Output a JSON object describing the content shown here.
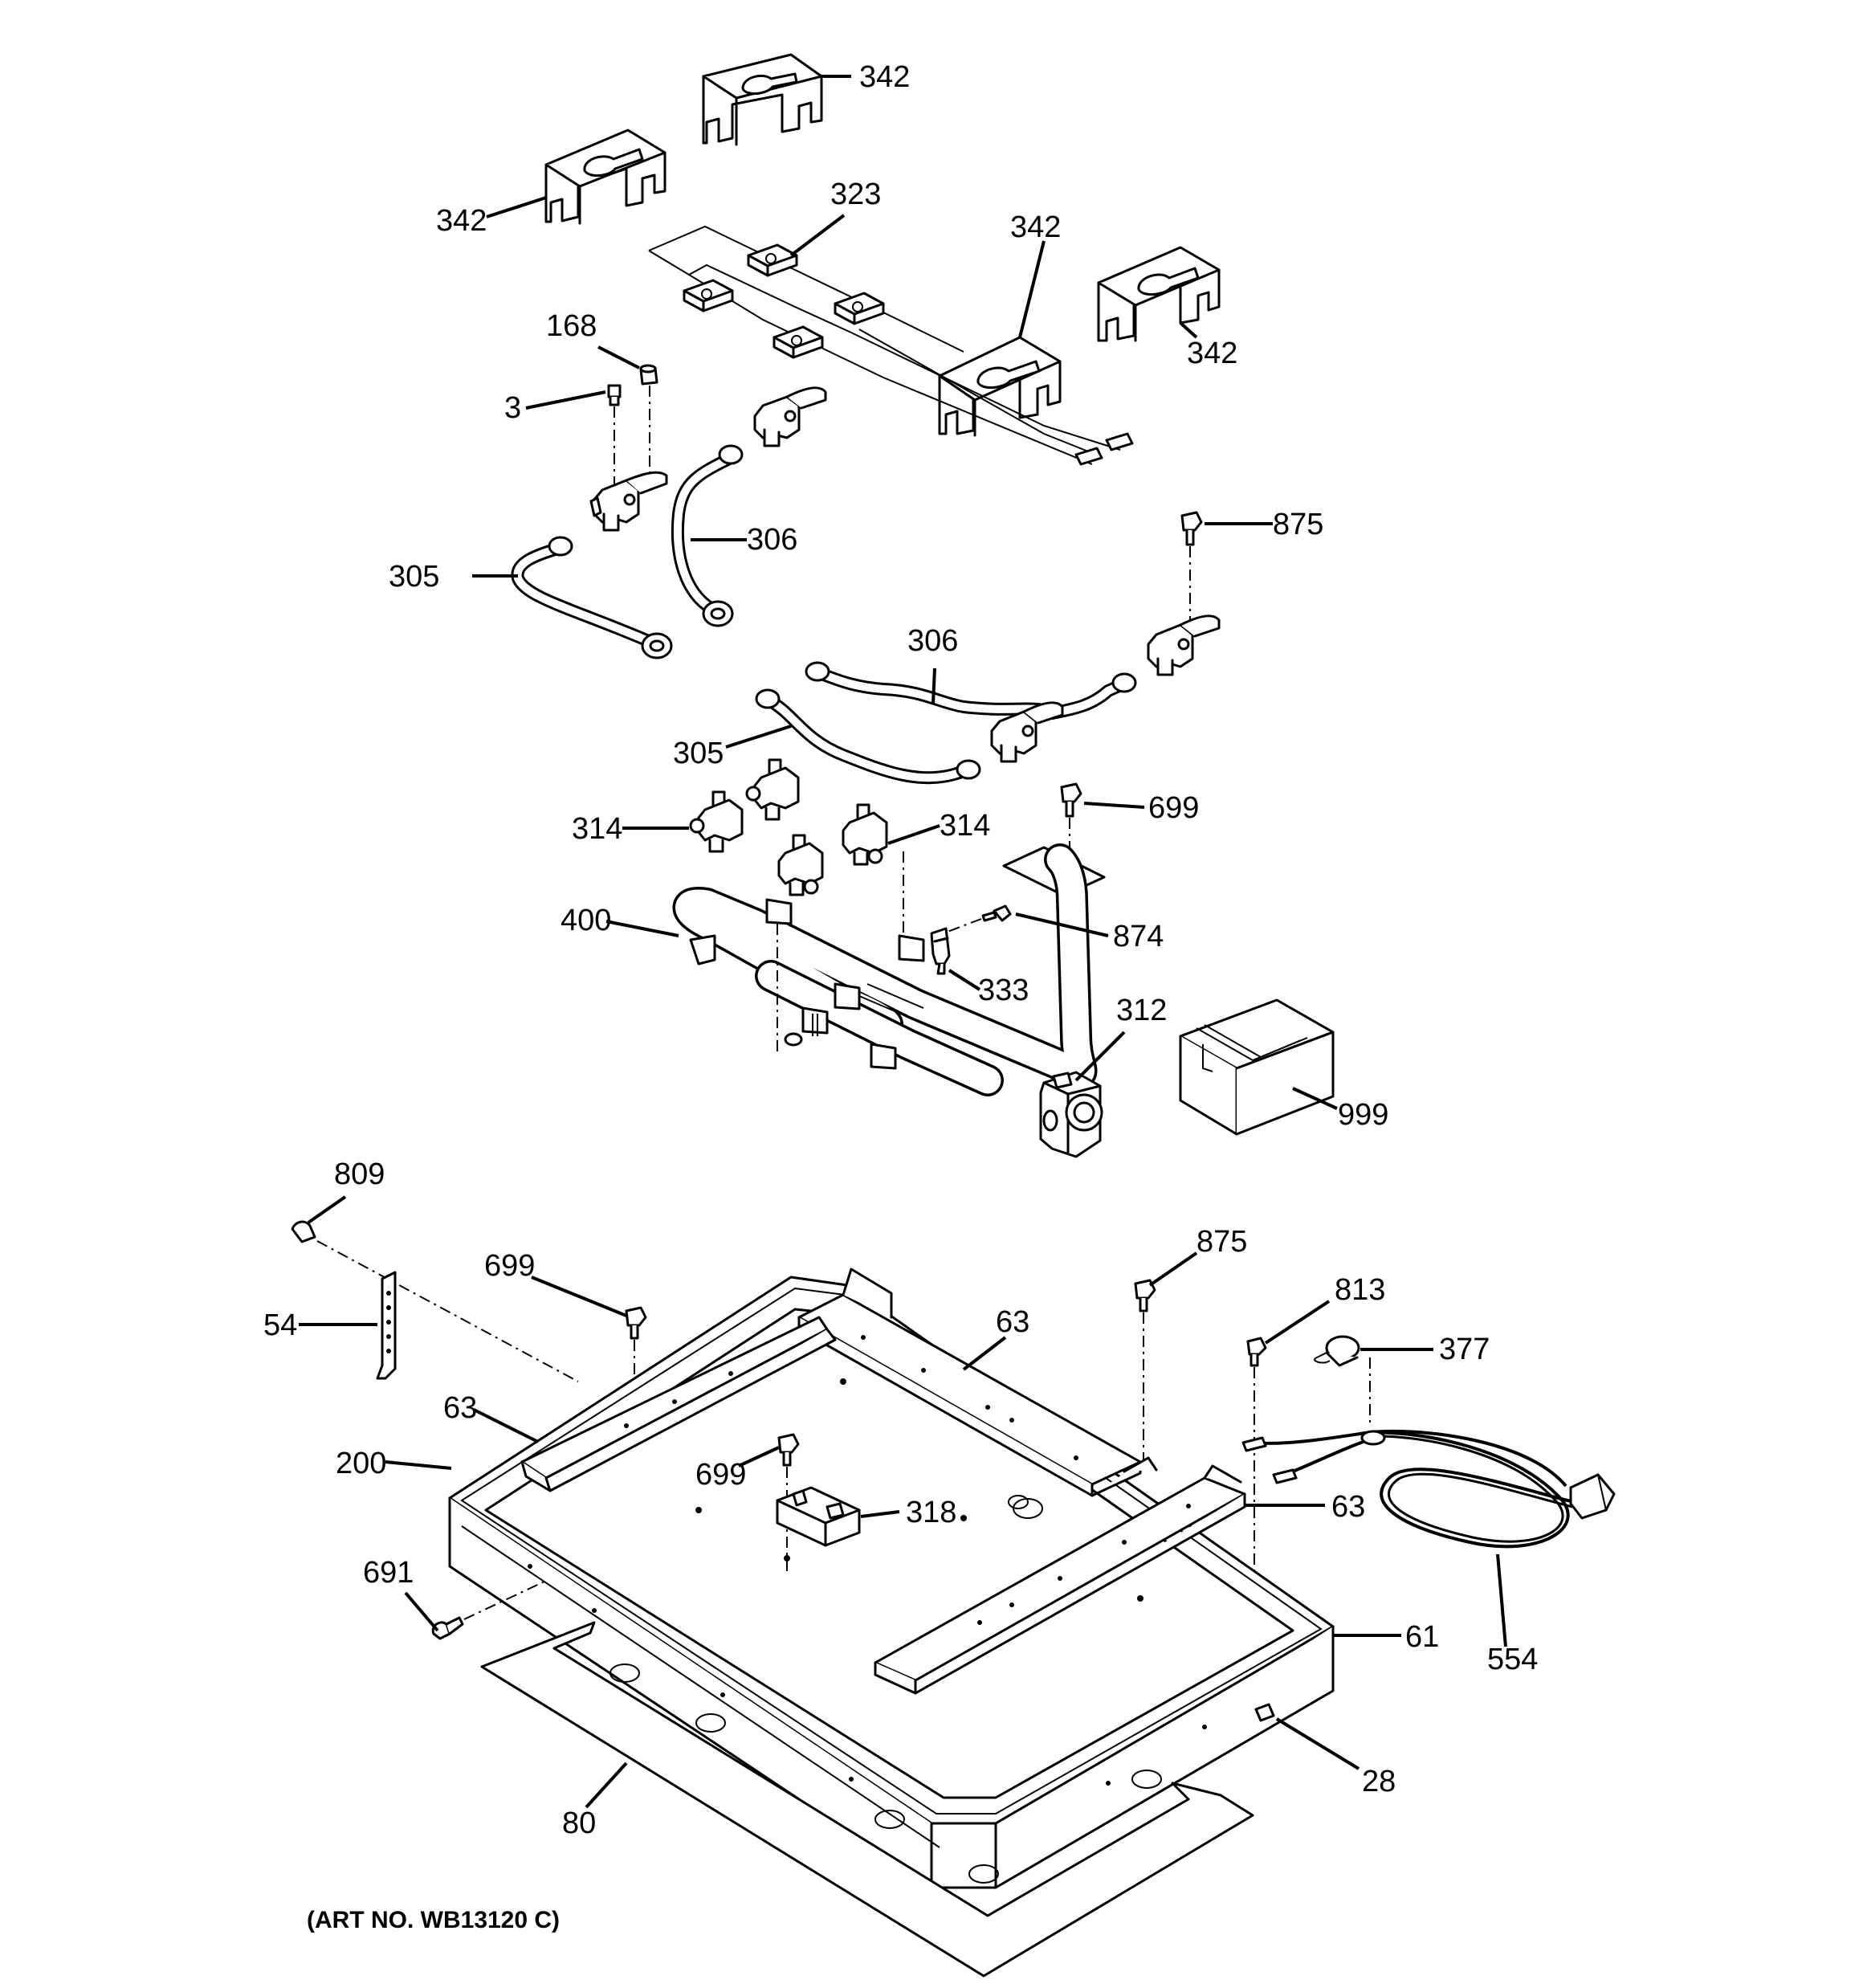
{
  "diagram": {
    "art_number": "(ART NO. WB13120 C)",
    "callouts": {
      "c342_top": "342",
      "c342_left": "342",
      "c323": "323",
      "c342_mid": "342",
      "c342_right": "342",
      "c168": "168",
      "c3": "3",
      "c306_upper": "306",
      "c305_upper": "305",
      "c875_upper": "875",
      "c306_lower": "306",
      "c305_lower": "305",
      "c314_left": "314",
      "c314_right": "314",
      "c699_upper": "699",
      "c400": "400",
      "c874": "874",
      "c333": "333",
      "c312": "312",
      "c999": "999",
      "c809": "809",
      "c699_frame": "699",
      "c875_lower": "875",
      "c813": "813",
      "c377": "377",
      "c54": "54",
      "c63_top": "63",
      "c63_left": "63",
      "c200": "200",
      "c699_center": "699",
      "c318": "318",
      "c63_right": "63",
      "c691": "691",
      "c61": "61",
      "c554": "554",
      "c28": "28",
      "c80": "80"
    }
  }
}
